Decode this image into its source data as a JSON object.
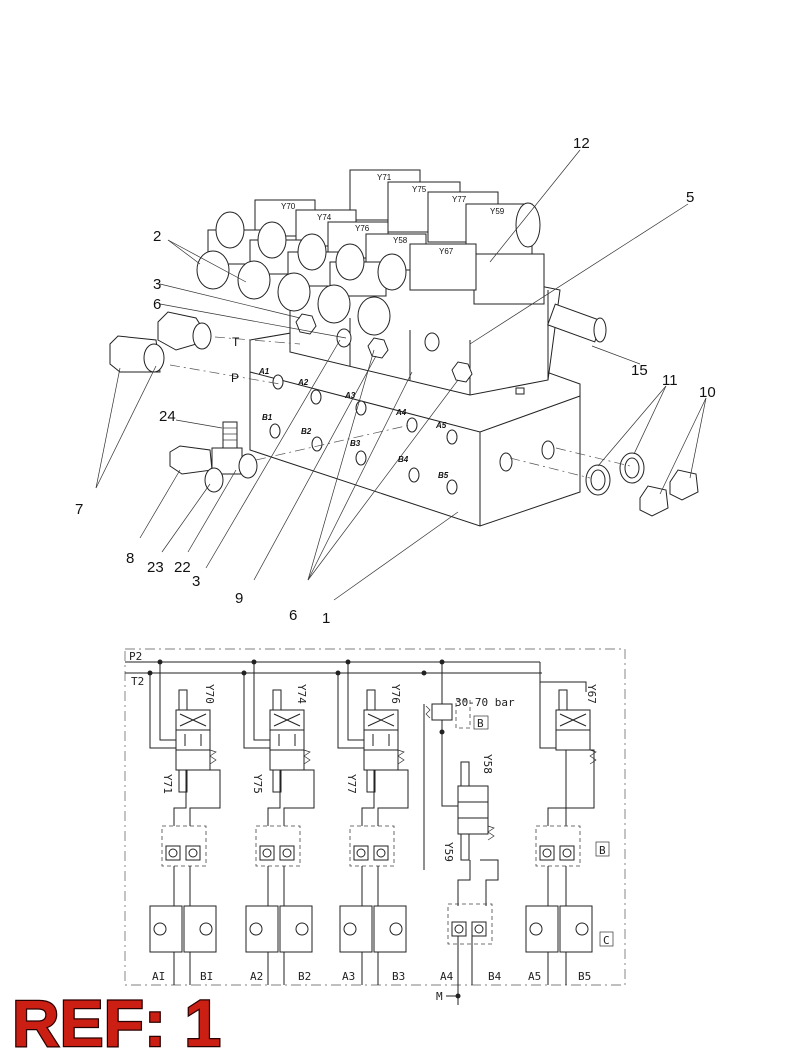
{
  "assembly": {
    "callouts": [
      "12",
      "5",
      "2",
      "3",
      "6",
      "15",
      "11",
      "10",
      "24",
      "7",
      "8",
      "23",
      "22",
      "3",
      "9",
      "6",
      "1"
    ],
    "solenoid_tags": [
      "Y71",
      "Y70",
      "Y75",
      "Y74",
      "Y77",
      "Y76",
      "Y59",
      "Y58",
      "Y67"
    ],
    "port_labels": [
      "A1",
      "A2",
      "A3",
      "A4",
      "A5",
      "B1",
      "B2",
      "B3",
      "B4",
      "B5"
    ],
    "line_labels": {
      "t": "T",
      "p": "P"
    }
  },
  "schematic": {
    "supply": {
      "p2": "P2",
      "t2": "T2"
    },
    "valve_tags": [
      "Y70",
      "Y71",
      "Y74",
      "Y75",
      "Y76",
      "Y77",
      "Y58",
      "Y59",
      "Y67"
    ],
    "pressure_setting": "30-70 bar",
    "boxed_letters": [
      "B",
      "B",
      "C"
    ],
    "ports": [
      "AI",
      "BI",
      "A2",
      "B2",
      "A3",
      "B3",
      "A4",
      "B4",
      "A5",
      "B5"
    ],
    "gauge": "M"
  },
  "reference": "REF: 1"
}
